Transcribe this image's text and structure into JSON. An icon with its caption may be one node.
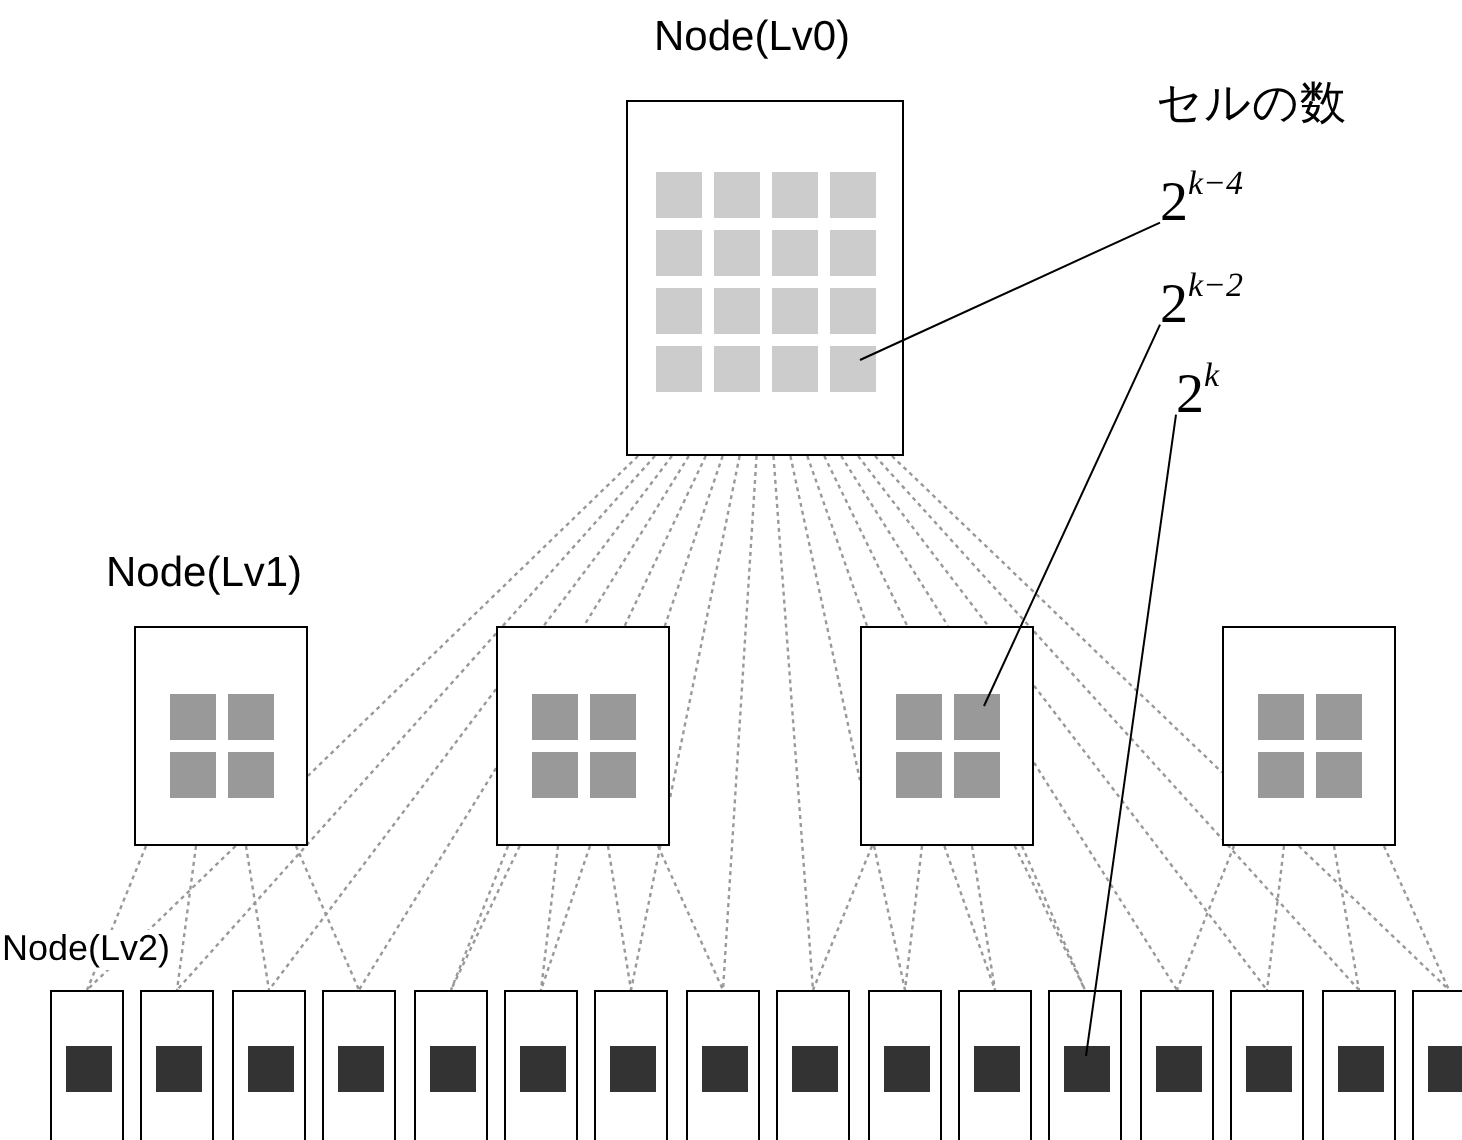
{
  "diagram": {
    "nodes": [
      {
        "text": [
          "Node(Lv0)"
        ]
      },
      {
        "text": [
          "2$^{k−4}$"
        ]
      },
      {
        "text": [
          "2$^{k−2}$"
        ]
      },
      {
        "text": [
          "2$^{k}$"
        ]
      },
      {
        "text": [
          "Node(Lv1)"
        ]
      },
      {
        "text": [],
        "shape": "box"
      },
      {
        "text": [],
        "shape": "box"
      },
      {
        "text": [],
        "shape": "box"
      },
      {
        "text": [
          "Node(Lv2)"
        ]
      },
      {
        "text": [],
        "shape": "box"
      },
      {
        "text": [],
        "shape": "box"
      },
      {
        "text": [],
        "shape": "box"
      },
      {
        "text": [],
        "shape": "box"
      },
      {
        "text": [],
        "shape": "box"
      },
      {
        "text": [],
        "shape": "box"
      },
      {
        "text": [],
        "shape": "box"
      },
      {
        "text": [],
        "shape": "box"
      },
      {
        "text": [],
        "shape": "box"
      },
      {
        "text": [],
        "shape": "box"
      },
      {
        "text": [],
        "shape": "box"
      },
      {
        "text": [],
        "shape": "box"
      },
      {
        "text": [],
        "shape": "box"
      },
      {
        "text": [],
        "shape": "box"
      },
      {
        "text": [],
        "shape": "box"
      }
    ],
    "edges": [
      {
        "from": 0,
        "to": 4,
        "arrow": "none",
        "style": "dashed"
      },
      {
        "from": 0,
        "to": 5,
        "arrow": "none",
        "style": "dashed"
      },
      {
        "from": 0,
        "to": 5,
        "arrow": "none",
        "style": "dashed"
      },
      {
        "from": 0,
        "to": 5,
        "arrow": "none",
        "style": "dashed"
      },
      {
        "from": 0,
        "to": 5,
        "arrow": "none",
        "style": "dashed"
      },
      {
        "from": 0,
        "to": 5,
        "arrow": "none",
        "style": "dashed"
      },
      {
        "from": 0,
        "to": 5,
        "arrow": "none",
        "style": "dashed"
      },
      {
        "from": 0,
        "to": 15,
        "arrow": "none",
        "style": "dashed"
      },
      {
        "from": 0,
        "to": 16,
        "arrow": "none",
        "style": "dashed"
      },
      {
        "from": 0,
        "to": 6,
        "arrow": "none",
        "style": "dashed"
      },
      {
        "from": 0,
        "to": 6,
        "arrow": "none",
        "style": "dashed"
      },
      {
        "from": 0,
        "to": 6,
        "arrow": "none",
        "style": "dashed"
      },
      {
        "from": 0,
        "to": 6,
        "arrow": "none",
        "style": "dashed"
      },
      {
        "from": 0,
        "to": 6,
        "arrow": "none",
        "style": "dashed"
      },
      {
        "from": 0,
        "to": 6,
        "arrow": "none",
        "style": "dashed"
      },
      {
        "from": 0,
        "to": 7,
        "arrow": "none",
        "style": "dashed"
      },
      {
        "from": 4,
        "to": 8,
        "arrow": "none",
        "style": "dashed"
      },
      {
        "from": 5,
        "to": 9,
        "arrow": "none",
        "style": "dashed"
      },
      {
        "from": 5,
        "to": 10,
        "arrow": "none",
        "style": "dashed"
      },
      {
        "from": 5,
        "to": 11,
        "arrow": "none",
        "style": "dashed"
      },
      {
        "from": 5,
        "to": 12,
        "arrow": "none",
        "style": "dashed"
      },
      {
        "from": 5,
        "to": 13,
        "arrow": "none",
        "style": "dashed"
      },
      {
        "from": 5,
        "to": 14,
        "arrow": "none",
        "style": "dashed"
      },
      {
        "from": 6,
        "to": 17,
        "arrow": "none",
        "style": "dashed"
      },
      {
        "from": 6,
        "to": 18,
        "arrow": "none",
        "style": "dashed"
      },
      {
        "from": 6,
        "to": 19,
        "arrow": "none",
        "style": "dashed"
      },
      {
        "from": 6,
        "to": 20,
        "arrow": "none",
        "style": "dashed"
      },
      {
        "from": 6,
        "to": 21,
        "arrow": "none",
        "style": "dashed"
      },
      {
        "from": 6,
        "to": 22,
        "arrow": "none",
        "style": "dashed"
      },
      {
        "from": 7,
        "to": 23,
        "arrow": "none",
        "style": "dashed"
      },
      {
        "from": 4,
        "to": 8,
        "arrow": "none",
        "style": "dashed"
      },
      {
        "from": 4,
        "to": 9,
        "arrow": "none",
        "style": "dashed"
      },
      {
        "from": 4,
        "to": 10,
        "arrow": "none",
        "style": "dashed"
      },
      {
        "from": 4,
        "to": 11,
        "arrow": "none",
        "style": "dashed"
      },
      {
        "from": 5,
        "to": 12,
        "arrow": "none",
        "style": "dashed"
      },
      {
        "from": 5,
        "to": 13,
        "arrow": "none",
        "style": "dashed"
      },
      {
        "from": 5,
        "to": 14,
        "arrow": "none",
        "style": "dashed"
      },
      {
        "from": 5,
        "to": 15,
        "arrow": "none",
        "style": "dashed"
      },
      {
        "from": 6,
        "to": 16,
        "arrow": "none",
        "style": "dashed"
      },
      {
        "from": 6,
        "to": 17,
        "arrow": "none",
        "style": "dashed"
      },
      {
        "from": 6,
        "to": 18,
        "arrow": "none",
        "style": "dashed"
      },
      {
        "from": 6,
        "to": 19,
        "arrow": "none",
        "style": "dashed"
      },
      {
        "from": 7,
        "to": 20,
        "arrow": "none",
        "style": "dashed"
      },
      {
        "from": 7,
        "to": 21,
        "arrow": "none",
        "style": "dashed"
      },
      {
        "from": 7,
        "to": 22,
        "arrow": "none",
        "style": "dashed"
      },
      {
        "from": 7,
        "to": 23,
        "arrow": "none",
        "style": "dashed"
      },
      {
        "from": 1,
        "to": 0,
        "arrow": "none",
        "color": "#000000"
      },
      {
        "from": 2,
        "to": 6,
        "arrow": "none",
        "color": "#000000"
      },
      {
        "from": 3,
        "to": 19,
        "arrow": "none",
        "color": "#000000"
      }
    ],
    "labels": [
      "セルの数"
    ]
  }
}
